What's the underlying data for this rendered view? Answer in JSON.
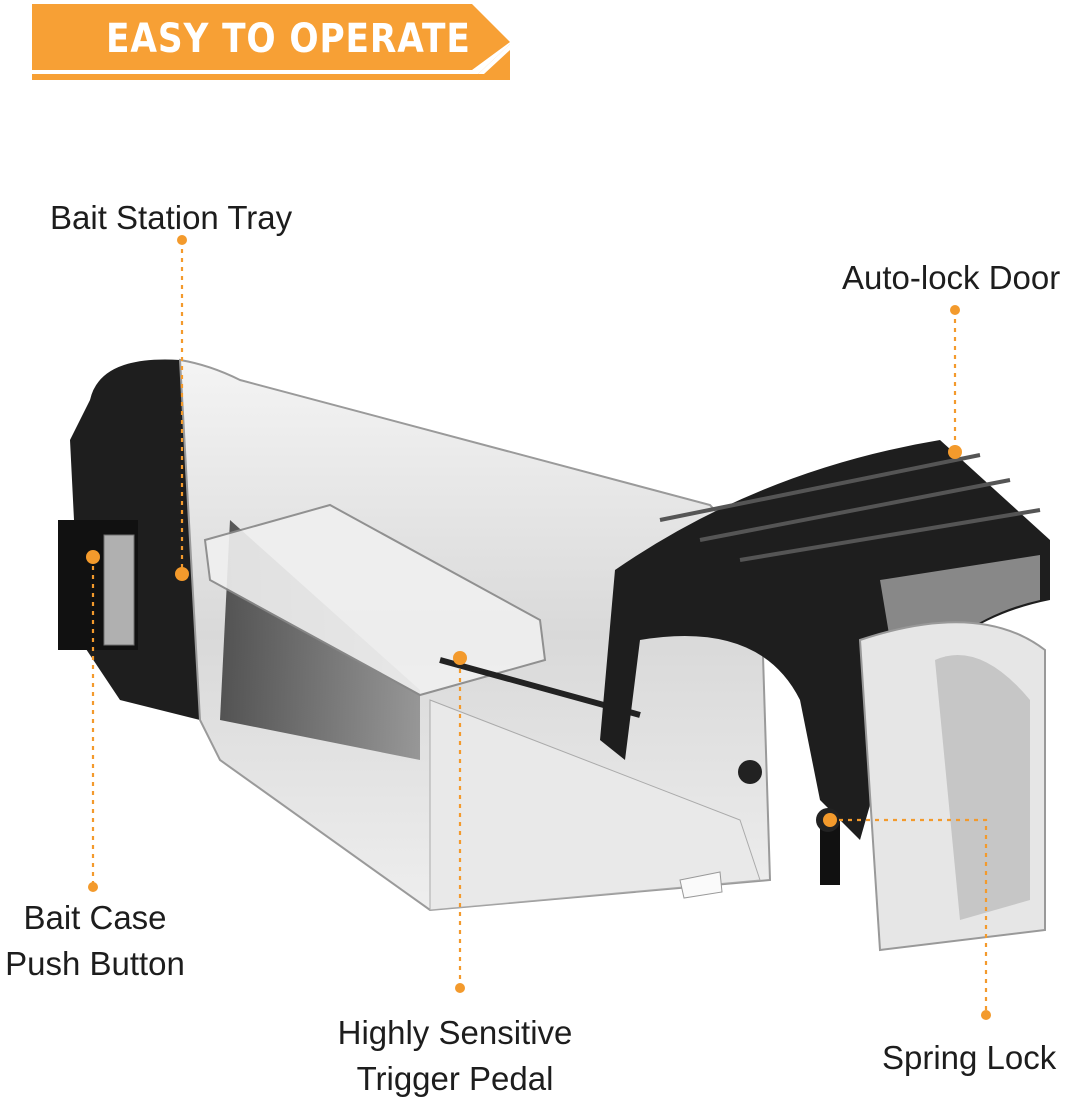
{
  "banner": {
    "text": "EASY TO OPERATE",
    "color": "#f7a035"
  },
  "callouts": {
    "bait_station_tray": "Bait Station Tray",
    "auto_lock_door": "Auto-lock Door",
    "bait_case_push_button_line1": "Bait Case",
    "bait_case_push_button_line2": "Push Button",
    "trigger_pedal_line1": "Highly Sensitive",
    "trigger_pedal_line2": "Trigger Pedal",
    "spring_lock": "Spring Lock"
  },
  "colors": {
    "accent": "#f39a2c",
    "text": "#1d1d1d",
    "trap_body": "#1c1c1c"
  }
}
